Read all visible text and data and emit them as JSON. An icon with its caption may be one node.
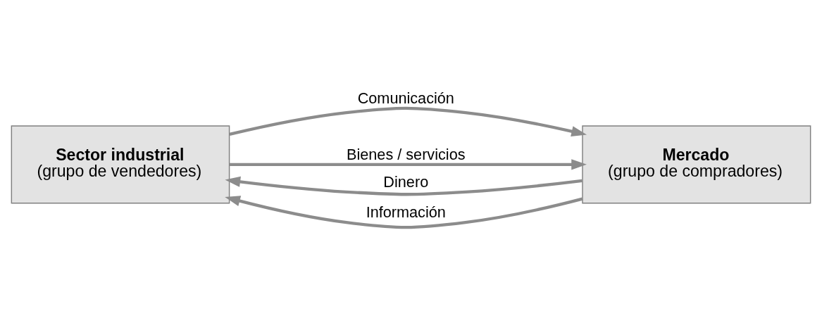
{
  "diagram": {
    "nodes": [
      {
        "text": [
          "Sector industrial",
          "(grupo de vendedores)"
        ]
      },
      {
        "text": [
          "Mercado",
          "(grupo de compradores)"
        ]
      }
    ],
    "edges": [
      {
        "from": 0,
        "to": 1,
        "arrow": "to",
        "label": "Comunicación"
      },
      {
        "from": 0,
        "to": 1,
        "arrow": "to",
        "label": "Bienes / servicios"
      },
      {
        "from": 1,
        "to": 0,
        "arrow": "to",
        "label": "Dinero"
      },
      {
        "from": 1,
        "to": 0,
        "arrow": "to",
        "label": "Información"
      }
    ]
  }
}
